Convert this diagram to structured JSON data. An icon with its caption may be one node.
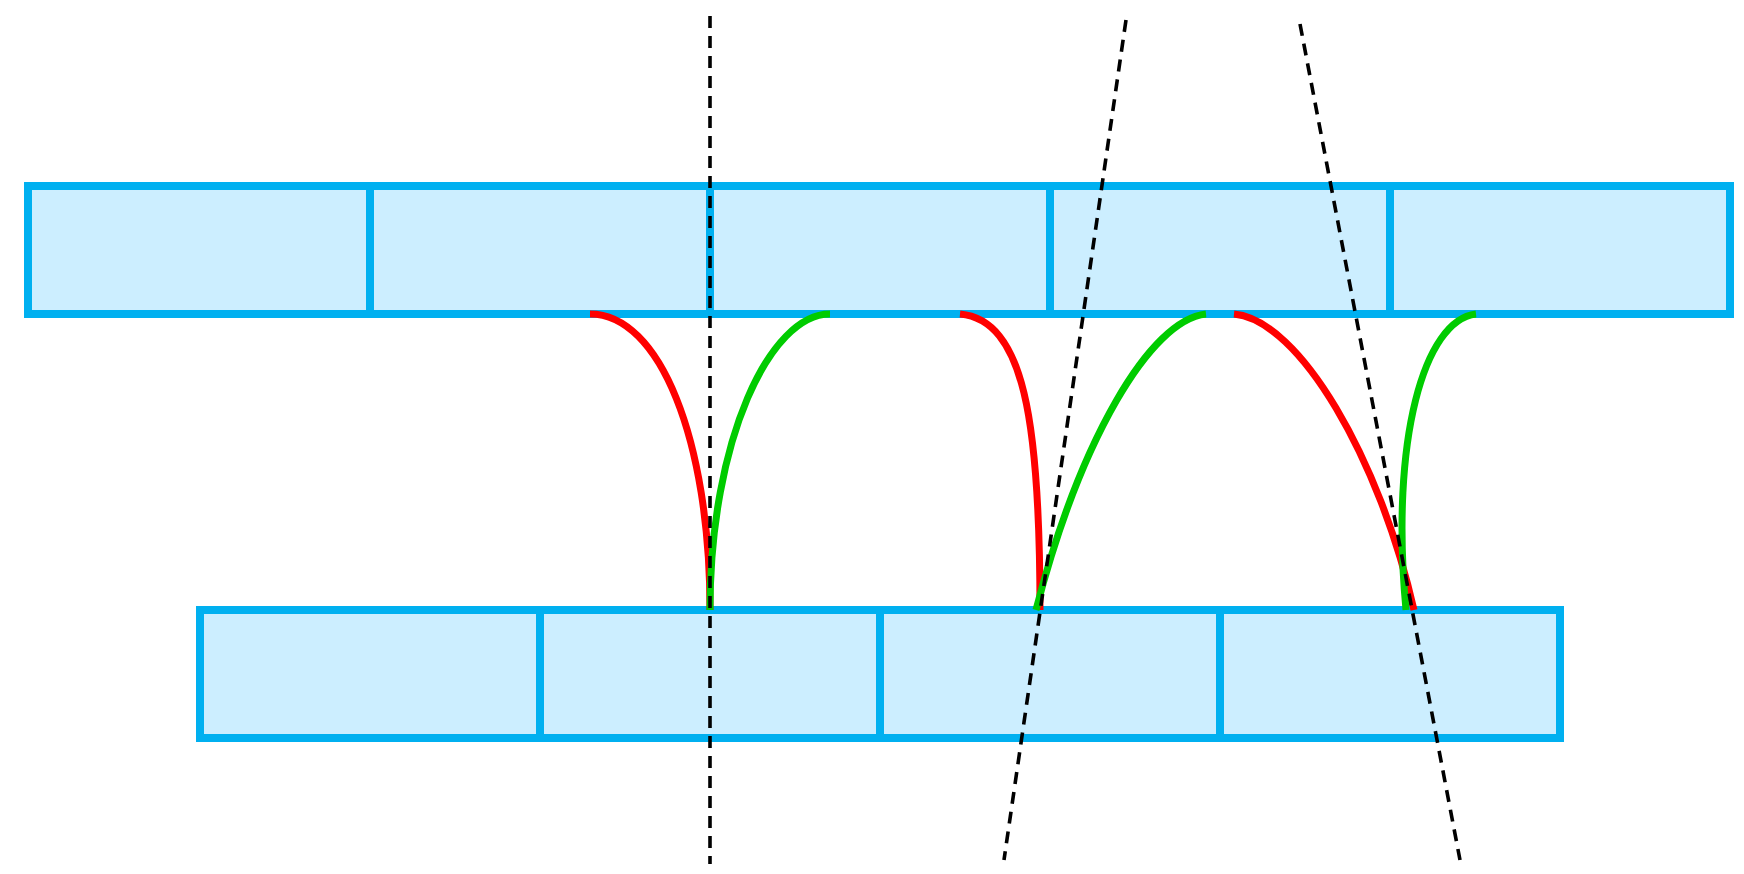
{
  "diagram": {
    "nodes": [
      {
        "text": [],
        "shape": "box"
      },
      {
        "text": [],
        "shape": "box"
      },
      {
        "text": [],
        "shape": "box"
      },
      {
        "text": [],
        "shape": "box"
      },
      {
        "text": [],
        "shape": "box"
      },
      {
        "text": [],
        "shape": "box"
      },
      {
        "text": [],
        "shape": "box"
      },
      {
        "text": [],
        "shape": "box"
      },
      {
        "text": [],
        "shape": "box"
      }
    ],
    "edges": [
      {
        "from": 1,
        "to": 6,
        "arrow": "none",
        "color": "#ff0000"
      },
      {
        "from": 6,
        "to": 2,
        "arrow": "none",
        "color": "#00cc00"
      },
      {
        "from": 2,
        "to": 7,
        "arrow": "none",
        "color": "#ff0000"
      },
      {
        "from": 7,
        "to": 3,
        "arrow": "none",
        "color": "#00cc00"
      },
      {
        "from": 3,
        "to": 8,
        "arrow": "none",
        "color": "#ff0000"
      },
      {
        "from": 8,
        "to": 4,
        "arrow": "none",
        "color": "#00cc00"
      }
    ]
  }
}
